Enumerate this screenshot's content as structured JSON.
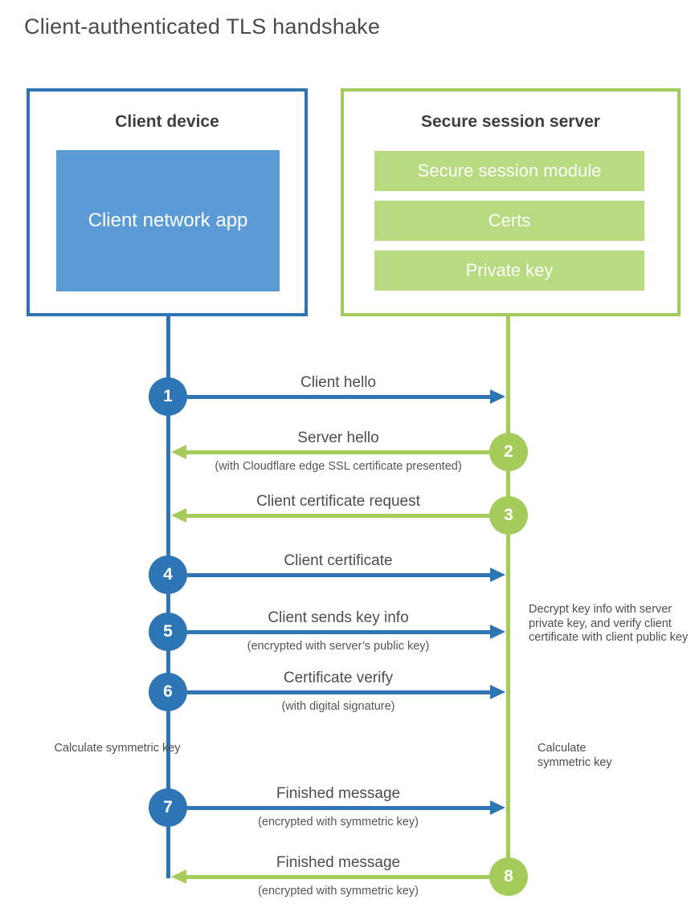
{
  "title": "Client-authenticated TLS handshake",
  "colors": {
    "client_blue": "#2e75b6",
    "client_fill_blue": "#5b9bd5",
    "server_green": "#a5cb5a",
    "server_fill_green": "#b8da80",
    "text_dark": "#3e3e3e",
    "text_label": "#4d4d4d"
  },
  "client_box": {
    "title": "Client device",
    "app_label": "Client network app"
  },
  "server_box": {
    "title": "Secure session server",
    "modules": [
      "Secure session module",
      "Certs",
      "Private key"
    ]
  },
  "steps": [
    {
      "num": "1",
      "side": "client",
      "direction": "right",
      "label": "Client hello",
      "sublabel": ""
    },
    {
      "num": "2",
      "side": "server",
      "direction": "left",
      "label": "Server hello",
      "sublabel": "(with Cloudflare edge SSL certificate presented)"
    },
    {
      "num": "3",
      "side": "server",
      "direction": "left",
      "label": "Client certificate request",
      "sublabel": ""
    },
    {
      "num": "4",
      "side": "client",
      "direction": "right",
      "label": "Client certificate",
      "sublabel": ""
    },
    {
      "num": "5",
      "side": "client",
      "direction": "right",
      "label": "Client sends key info",
      "sublabel": "(encrypted with server’s public key)"
    },
    {
      "num": "6",
      "side": "client",
      "direction": "right",
      "label": "Certificate verify",
      "sublabel": "(with digital signature)"
    },
    {
      "num": "7",
      "side": "client",
      "direction": "right",
      "label": "Finished message",
      "sublabel": "(encrypted with symmetric key)"
    },
    {
      "num": "8",
      "side": "server",
      "direction": "left",
      "label": "Finished message",
      "sublabel": "(encrypted with symmetric key)"
    }
  ],
  "notes": {
    "decrypt": "Decrypt key info with server private key, and verify client certificate with client public key",
    "calc_left": "Calculate symmetric key",
    "calc_right": "Calculate symmetric key"
  }
}
